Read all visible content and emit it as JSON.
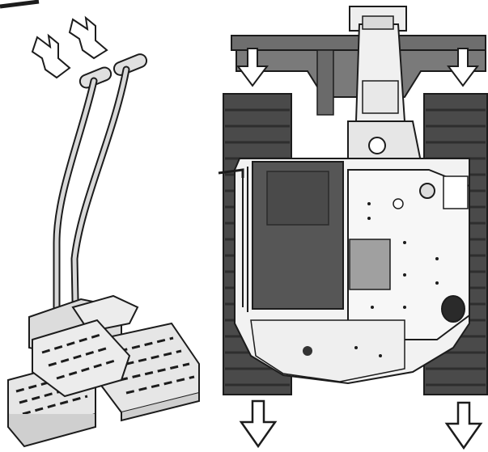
{
  "figure": {
    "left_panel": {
      "subject": "travel-pedals-and-levers",
      "push_arrows": [
        "arrow-outline-push",
        "arrow-outline-push"
      ]
    },
    "right_panel": {
      "subject": "excavator-top-view",
      "travel_arrows_top": [
        "arrow-outline-down",
        "arrow-outline-down"
      ],
      "travel_arrows_bottom": [
        "arrow-outline-down",
        "arrow-outline-down"
      ]
    },
    "colors": {
      "ink": "#1c1c1c",
      "track": "#4a4a4a",
      "track_dark": "#333333",
      "body": "#f2f2f2",
      "panel_dark": "#565656",
      "panel_mid": "#9a9a9a",
      "blade": "#6e6e6e",
      "pedal": "#e4e4e4"
    }
  }
}
